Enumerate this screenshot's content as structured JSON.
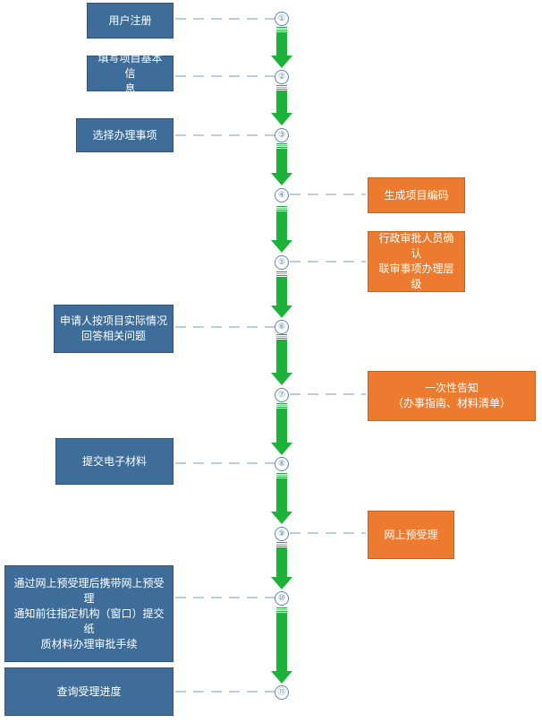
{
  "steps": [
    {
      "num": "①",
      "lines": [
        "用户注册"
      ],
      "color": "blue"
    },
    {
      "num": "②",
      "lines": [
        "填写项目基本信",
        "息"
      ],
      "color": "blue"
    },
    {
      "num": "③",
      "lines": [
        "选择办理事项"
      ],
      "color": "blue"
    },
    {
      "num": "④",
      "lines": [
        "生成项目编码"
      ],
      "color": "orange"
    },
    {
      "num": "⑤",
      "lines": [
        "行政审批人员确认",
        "联审事项办理层级"
      ],
      "color": "orange"
    },
    {
      "num": "⑥",
      "lines": [
        "申请人按项目实际情况",
        "回答相关问题"
      ],
      "color": "blue"
    },
    {
      "num": "⑦",
      "lines": [
        "一次性告知",
        "（办事指南、材料清单）"
      ],
      "color": "orange"
    },
    {
      "num": "⑧",
      "lines": [
        "提交电子材料"
      ],
      "color": "blue"
    },
    {
      "num": "⑨",
      "lines": [
        "网上预受理"
      ],
      "color": "orange"
    },
    {
      "num": "⑩",
      "lines": [
        "通过网上预受理后携带网上预受理",
        "通知前往指定机构（窗口）提交纸",
        "质材料办理审批手续"
      ],
      "color": "blue"
    },
    {
      "num": "⑪",
      "lines": [
        "查询受理进度"
      ],
      "color": "blue"
    }
  ],
  "colors": {
    "blue_box": "#3f6d9a",
    "orange_box": "#ec7b2f",
    "arrow": "#1db33a",
    "connector": "#8fb0d4"
  }
}
